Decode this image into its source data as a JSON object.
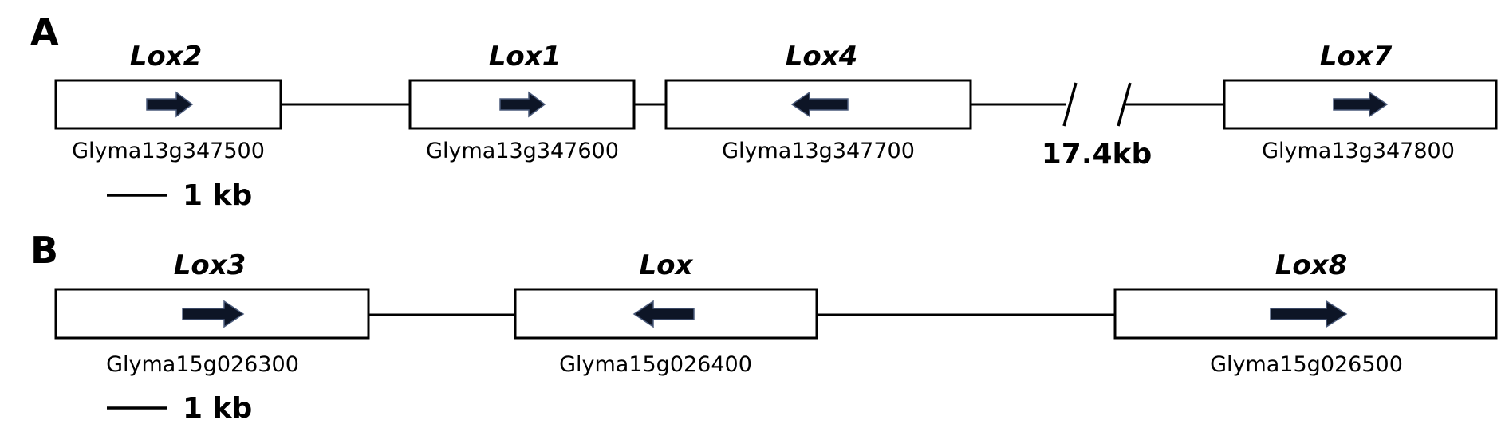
{
  "colors": {
    "arrow_fill": "#0d1526",
    "arrow_stroke": "#4a5a7a",
    "line": "#000000",
    "box_fill": "#ffffff"
  },
  "panels": [
    {
      "label": "A",
      "genes": [
        {
          "name": "Lox2",
          "id": "Glyma13g347500",
          "direction": "right"
        },
        {
          "name": "Lox1",
          "id": "Glyma13g347600",
          "direction": "right"
        },
        {
          "name": "Lox4",
          "id": "Glyma13g347700",
          "direction": "left"
        },
        {
          "name": "Lox7",
          "id": "Glyma13g347800",
          "direction": "right"
        }
      ],
      "break_label": "17.4kb",
      "scale_label": "1 kb"
    },
    {
      "label": "B",
      "genes": [
        {
          "name": "Lox3",
          "id": "Glyma15g026300",
          "direction": "right"
        },
        {
          "name": "Lox",
          "id": "Glyma15g026400",
          "direction": "left"
        },
        {
          "name": "Lox8",
          "id": "Glyma15g026500",
          "direction": "right"
        }
      ],
      "scale_label": "1 kb"
    }
  ]
}
